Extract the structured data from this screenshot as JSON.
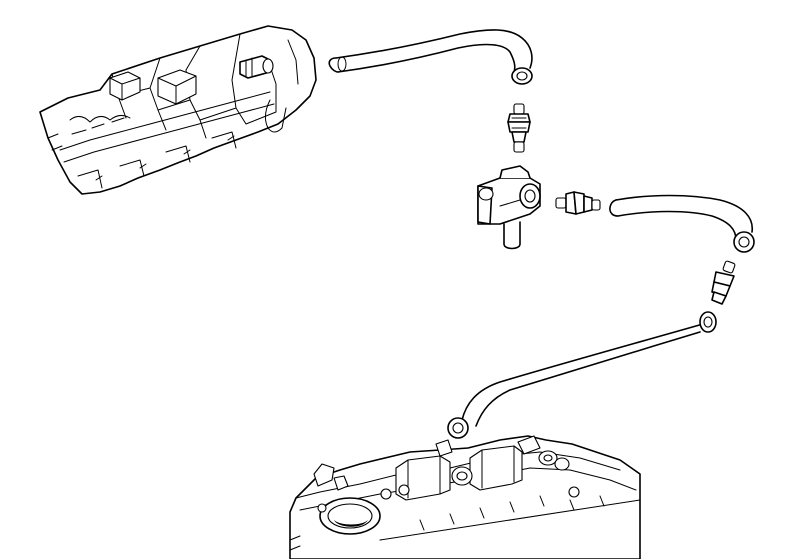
{
  "diagram": {
    "parts": [
      {
        "name": "intake-manifold",
        "icon": "intake-manifold-icon"
      },
      {
        "name": "upper-hose",
        "icon": "hose-icon"
      },
      {
        "name": "union-fitting-upper",
        "icon": "union-fitting-icon"
      },
      {
        "name": "three-way-connector",
        "icon": "three-way-connector-icon"
      },
      {
        "name": "union-fitting-middle",
        "icon": "union-fitting-icon"
      },
      {
        "name": "middle-hose",
        "icon": "hose-icon"
      },
      {
        "name": "union-fitting-lower",
        "icon": "union-fitting-icon"
      },
      {
        "name": "lower-hose",
        "icon": "hose-icon"
      },
      {
        "name": "cylinder-head-cover",
        "icon": "cylinder-head-cover-icon"
      }
    ]
  }
}
